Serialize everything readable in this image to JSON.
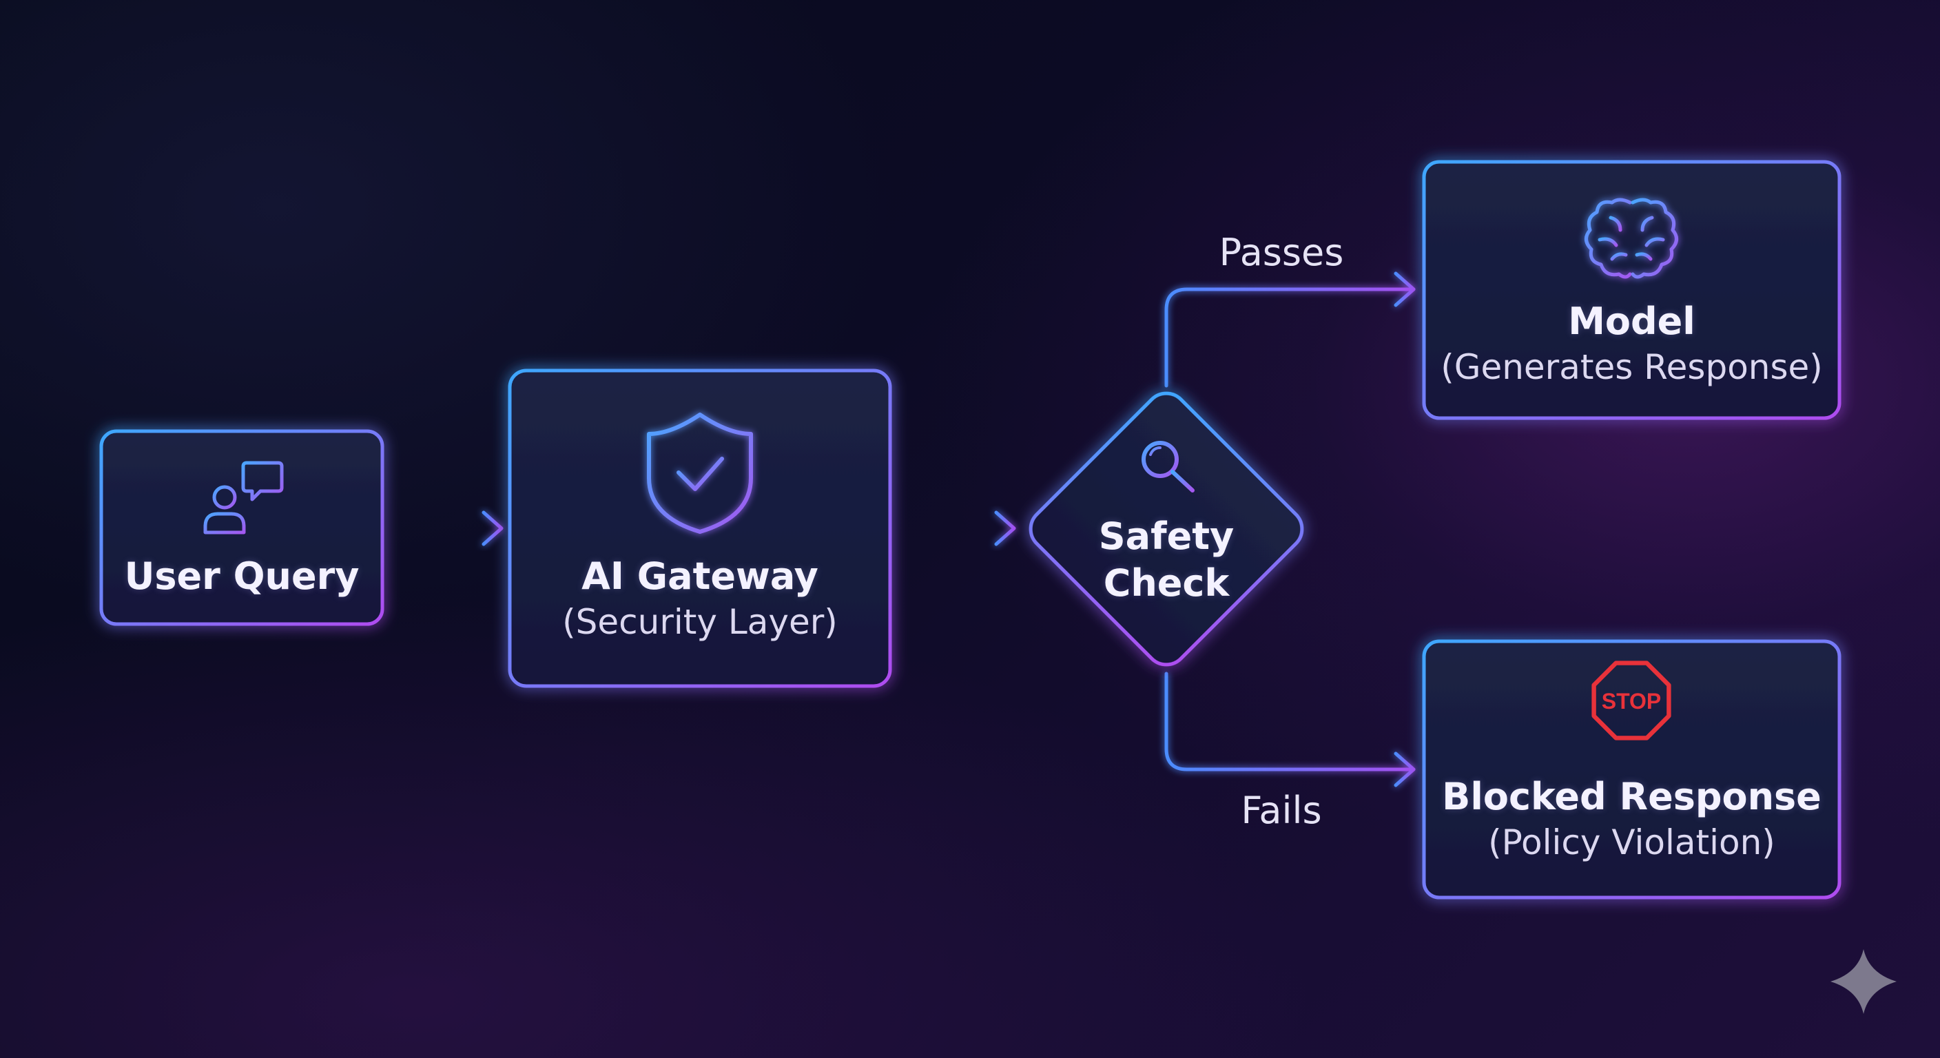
{
  "nodes": {
    "user_query": {
      "title": "User Query",
      "icon": "user-chat-icon"
    },
    "gateway": {
      "title": "AI Gateway",
      "subtitle": "(Security Layer)",
      "icon": "shield-check-icon"
    },
    "safety_check": {
      "line1": "Safety",
      "line2": "Check",
      "icon": "magnifier-icon"
    },
    "model": {
      "title": "Model",
      "subtitle": "(Generates Response)",
      "icon": "brain-icon"
    },
    "blocked": {
      "title": "Blocked Response",
      "subtitle": "(Policy Violation)",
      "icon": "stop-sign-icon",
      "icon_text": "STOP"
    }
  },
  "edges": {
    "pass_label": "Passes",
    "fail_label": "Fails"
  },
  "colors": {
    "stroke_start": "#3ea8ff",
    "stroke_end": "#b04cf0",
    "stop": "#e8323a",
    "watermark": "#8e8c9c"
  }
}
